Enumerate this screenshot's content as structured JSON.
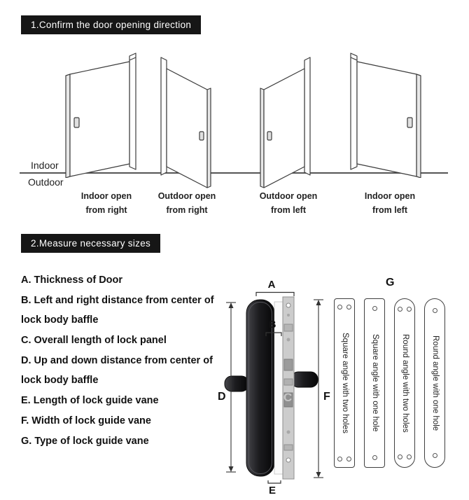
{
  "section1": {
    "title": "1.Confirm the door opening direction",
    "indoor_label": "Indoor",
    "outdoor_label": "Outdoor",
    "doors": [
      {
        "line1": "Indoor open",
        "line2": "from right"
      },
      {
        "line1": "Outdoor open",
        "line2": "from right"
      },
      {
        "line1": "Outdoor open",
        "line2": "from left"
      },
      {
        "line1": "Indoor open",
        "line2": "from left"
      }
    ]
  },
  "section2": {
    "title": "2.Measure necessary sizes",
    "measurements": [
      "A. Thickness of Door",
      "B. Left and right distance from center of lock body baffle",
      "C. Overall length of lock panel",
      "D. Up and down distance from center of lock body baffle",
      "E. Length of lock guide vane",
      "F. Width of lock guide vane",
      "G. Type of lock guide vane"
    ],
    "labels": {
      "A": "A",
      "B": "B",
      "C": "C",
      "D": "D",
      "E": "E",
      "F": "F",
      "G": "G"
    },
    "vanes": [
      {
        "label": "Square angle with two holes",
        "corner": "square",
        "holes": 2
      },
      {
        "label": "Square angle with one hole",
        "corner": "square",
        "holes": 1
      },
      {
        "label": "Round angle with two holes",
        "corner": "round",
        "holes": 2
      },
      {
        "label": "Round angle with one hole",
        "corner": "round",
        "holes": 1
      }
    ]
  },
  "colors": {
    "banner_bg": "#161616",
    "banner_text": "#ffffff",
    "line_stroke": "#3d3d3d",
    "lock_body_dark": "#1f1f22",
    "plate_gray": "#cccccc",
    "letter_c_gray": "#c4c4c4"
  }
}
